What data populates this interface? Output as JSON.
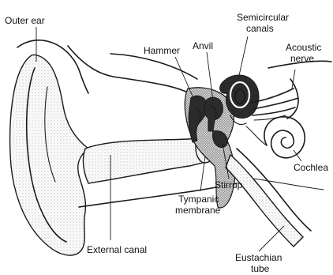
{
  "labels": {
    "outer_ear": "Outer ear",
    "hammer": "Hammer",
    "anvil": "Anvil",
    "semicircular_line1": "Semicircular",
    "semicircular_line2": "canals",
    "acoustic_line1": "Acoustic",
    "acoustic_line2": "nerve",
    "cochlea": "Cochlea",
    "stirrup": "Stirrup",
    "tympanic_line1": "Tympanic",
    "tympanic_line2": "membrane",
    "eustachian_line1": "Eustachian",
    "eustachian_line2": "tube",
    "external_canal": "External canal"
  },
  "colors": {
    "ink": "#1a1a1a",
    "background": "#ffffff"
  }
}
